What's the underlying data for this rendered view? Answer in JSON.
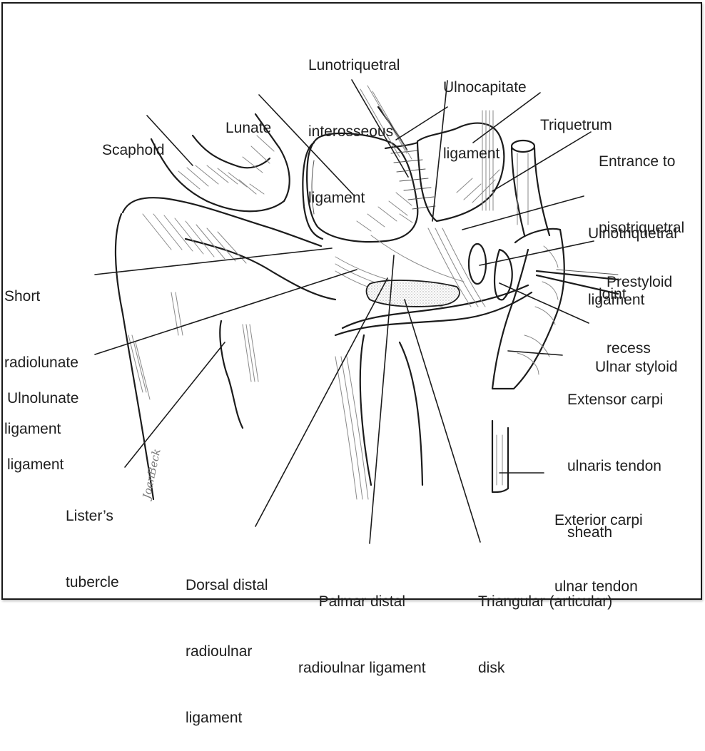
{
  "figure": {
    "subject": "Dorsal view of the wrist showing the triangular fibrocartilage complex",
    "artist_signature": "JoanBeck"
  },
  "labels": {
    "lunotriquetral": [
      "Lunotriquetral",
      "interosseous",
      "ligament"
    ],
    "ulnocapitate": [
      "Ulnocapitate",
      "ligament"
    ],
    "triquetrum": [
      "Triquetrum"
    ],
    "lunate": [
      "Lunate"
    ],
    "scaphoid": [
      "Scaphoid"
    ],
    "pisotriquetral": [
      "Entrance to",
      "pisotriquetral",
      "joint"
    ],
    "ulnotriquetral": [
      "Ulnotriquetral",
      "ligament"
    ],
    "prestyloid": [
      "Prestyloid",
      "recess"
    ],
    "short_radiolunate": [
      "Short",
      "radiolunate",
      "ligament"
    ],
    "ulnar_styloid": [
      "Ulnar styloid"
    ],
    "ulnolunate": [
      "Ulnolunate",
      "ligament"
    ],
    "ecu_sheath": [
      "Extensor carpi",
      "ulnaris tendon",
      "sheath"
    ],
    "listers": [
      "Lister’s",
      "tubercle"
    ],
    "ecu_tendon": [
      "Exterior carpi",
      "ulnar tendon"
    ],
    "dorsal_druj": [
      "Dorsal distal",
      "radioulnar",
      "ligament"
    ],
    "palmar_druj": [
      "Palmar distal",
      "radioulnar ligament"
    ],
    "tfc_disk": [
      "Triangular (articular)",
      "disk"
    ]
  }
}
